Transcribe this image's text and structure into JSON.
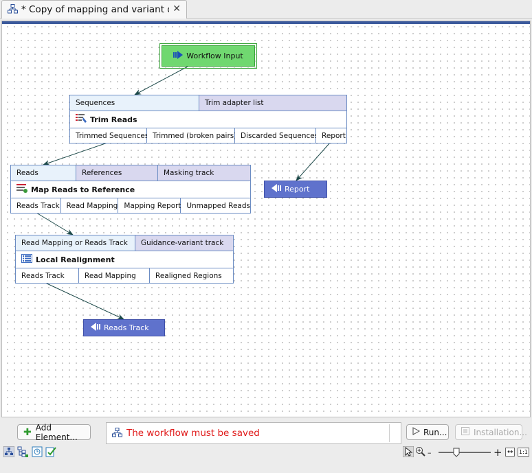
{
  "tab": {
    "title": "* Copy of mapping and variant d...",
    "close": "✕"
  },
  "workflow_input": {
    "label": "Workflow Input"
  },
  "trim_reads": {
    "inputs": [
      "Sequences",
      "Trim adapter list"
    ],
    "title": "Trim Reads",
    "outputs": [
      "Trimmed Sequences",
      "Trimmed (broken pairs)",
      "Discarded Sequences",
      "Report"
    ]
  },
  "map_reads": {
    "inputs": [
      "Reads",
      "References",
      "Masking track"
    ],
    "title": "Map Reads to Reference",
    "outputs": [
      "Reads Track",
      "Read Mapping",
      "Mapping Report",
      "Unmapped Reads"
    ]
  },
  "local_realignment": {
    "inputs": [
      "Read Mapping or Reads Track",
      "Guidance-variant track"
    ],
    "title": "Local Realignment",
    "outputs": [
      "Reads Track",
      "Read Mapping",
      "Realigned Regions"
    ]
  },
  "report_output": {
    "label": "Report"
  },
  "reads_track_output": {
    "label": "Reads Track"
  },
  "bottom": {
    "add_element": "Add Element...",
    "status_message": "The workflow must be saved",
    "run": "Run...",
    "installation": "Installation...",
    "zoom_minus": "–",
    "zoom_plus": "+",
    "zoom_fit": "↔",
    "zoom_actual": "1:1"
  },
  "colors": {
    "input_green": "#70d870",
    "output_blue": "#5f72cc",
    "border_blue": "#6b8cc3",
    "status_red": "#e01818"
  }
}
